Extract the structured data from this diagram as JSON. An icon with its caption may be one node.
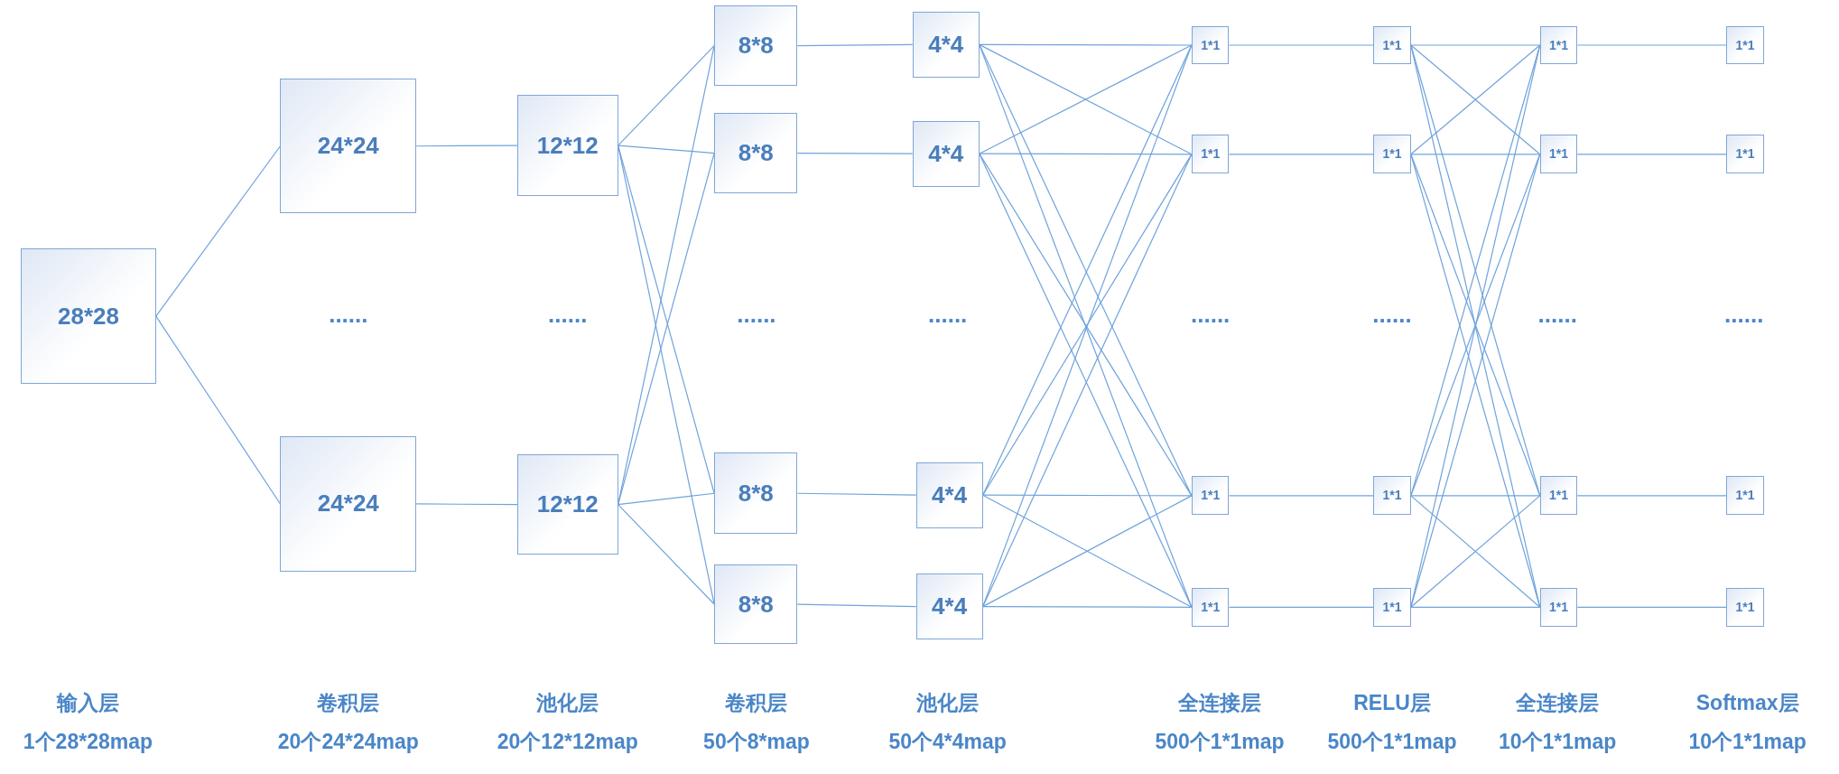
{
  "diagram": {
    "nodes": [
      {
        "text": [
          "28*28"
        ]
      },
      {
        "text": [
          "24*24"
        ]
      },
      {
        "text": [
          "24*24"
        ]
      },
      {
        "text": [
          "12*12"
        ]
      },
      {
        "text": [
          "12*12"
        ]
      },
      {
        "text": [
          "8*8"
        ]
      },
      {
        "text": [
          "8*8"
        ]
      },
      {
        "text": [
          "8*8"
        ]
      },
      {
        "text": [
          "8*8"
        ]
      },
      {
        "text": [
          "4*4"
        ]
      },
      {
        "text": [
          "4*4"
        ]
      },
      {
        "text": [
          "4*4"
        ]
      },
      {
        "text": [
          "4*4"
        ]
      },
      {
        "text": [
          "1*1"
        ]
      },
      {
        "text": [
          "1*1"
        ]
      },
      {
        "text": [
          "1*1"
        ]
      },
      {
        "text": [
          "1*1"
        ]
      },
      {
        "text": [
          "1*1"
        ]
      },
      {
        "text": [
          "1*1"
        ]
      },
      {
        "text": [
          "1*1"
        ]
      },
      {
        "text": [
          "1*1"
        ]
      },
      {
        "text": [
          "1*1"
        ]
      },
      {
        "text": [
          "1*1"
        ]
      },
      {
        "text": [
          "1*1"
        ]
      },
      {
        "text": [
          "1*1"
        ]
      },
      {
        "text": [
          "1*1"
        ]
      },
      {
        "text": [
          "1*1"
        ]
      },
      {
        "text": [
          "1*1"
        ]
      },
      {
        "text": [
          "1*1"
        ]
      }
    ],
    "edges": [
      {
        "from": 0,
        "to": 1,
        "arrow": "none"
      },
      {
        "from": 0,
        "to": 2,
        "arrow": "none"
      },
      {
        "from": 1,
        "to": 3,
        "arrow": "none"
      },
      {
        "from": 2,
        "to": 4,
        "arrow": "none"
      },
      {
        "from": 3,
        "to": 5,
        "arrow": "none"
      },
      {
        "from": 3,
        "to": 6,
        "arrow": "none"
      },
      {
        "from": 3,
        "to": 7,
        "arrow": "none"
      },
      {
        "from": 3,
        "to": 8,
        "arrow": "none"
      },
      {
        "from": 4,
        "to": 5,
        "arrow": "none"
      },
      {
        "from": 4,
        "to": 6,
        "arrow": "none"
      },
      {
        "from": 4,
        "to": 7,
        "arrow": "none"
      },
      {
        "from": 4,
        "to": 8,
        "arrow": "none"
      },
      {
        "from": 5,
        "to": 9,
        "arrow": "none"
      },
      {
        "from": 6,
        "to": 10,
        "arrow": "none"
      },
      {
        "from": 7,
        "to": 11,
        "arrow": "none"
      },
      {
        "from": 8,
        "to": 12,
        "arrow": "none"
      },
      {
        "from": 9,
        "to": 13,
        "arrow": "none"
      },
      {
        "from": 9,
        "to": 14,
        "arrow": "none"
      },
      {
        "from": 9,
        "to": 15,
        "arrow": "none"
      },
      {
        "from": 9,
        "to": 16,
        "arrow": "none"
      },
      {
        "from": 10,
        "to": 13,
        "arrow": "none"
      },
      {
        "from": 10,
        "to": 14,
        "arrow": "none"
      },
      {
        "from": 10,
        "to": 15,
        "arrow": "none"
      },
      {
        "from": 10,
        "to": 16,
        "arrow": "none"
      },
      {
        "from": 11,
        "to": 13,
        "arrow": "none"
      },
      {
        "from": 11,
        "to": 14,
        "arrow": "none"
      },
      {
        "from": 11,
        "to": 15,
        "arrow": "none"
      },
      {
        "from": 11,
        "to": 16,
        "arrow": "none"
      },
      {
        "from": 12,
        "to": 13,
        "arrow": "none"
      },
      {
        "from": 12,
        "to": 14,
        "arrow": "none"
      },
      {
        "from": 12,
        "to": 15,
        "arrow": "none"
      },
      {
        "from": 12,
        "to": 16,
        "arrow": "none"
      },
      {
        "from": 13,
        "to": 17,
        "arrow": "none"
      },
      {
        "from": 14,
        "to": 18,
        "arrow": "none"
      },
      {
        "from": 15,
        "to": 19,
        "arrow": "none"
      },
      {
        "from": 16,
        "to": 20,
        "arrow": "none"
      },
      {
        "from": 17,
        "to": 21,
        "arrow": "none"
      },
      {
        "from": 17,
        "to": 22,
        "arrow": "none"
      },
      {
        "from": 17,
        "to": 23,
        "arrow": "none"
      },
      {
        "from": 17,
        "to": 24,
        "arrow": "none"
      },
      {
        "from": 18,
        "to": 21,
        "arrow": "none"
      },
      {
        "from": 18,
        "to": 22,
        "arrow": "none"
      },
      {
        "from": 18,
        "to": 23,
        "arrow": "none"
      },
      {
        "from": 18,
        "to": 24,
        "arrow": "none"
      },
      {
        "from": 19,
        "to": 21,
        "arrow": "none"
      },
      {
        "from": 19,
        "to": 22,
        "arrow": "none"
      },
      {
        "from": 19,
        "to": 23,
        "arrow": "none"
      },
      {
        "from": 19,
        "to": 24,
        "arrow": "none"
      },
      {
        "from": 20,
        "to": 21,
        "arrow": "none"
      },
      {
        "from": 20,
        "to": 22,
        "arrow": "none"
      },
      {
        "from": 20,
        "to": 23,
        "arrow": "none"
      },
      {
        "from": 20,
        "to": 24,
        "arrow": "none"
      },
      {
        "from": 21,
        "to": 25,
        "arrow": "none"
      },
      {
        "from": 22,
        "to": 26,
        "arrow": "none"
      },
      {
        "from": 23,
        "to": 27,
        "arrow": "none"
      },
      {
        "from": 24,
        "to": 28,
        "arrow": "none"
      }
    ],
    "labels": [
      "......",
      "......",
      "......",
      "......",
      "......",
      "......",
      "......",
      "......",
      "输入层",
      "卷积层",
      "池化层",
      "卷积层",
      "池化层",
      "全连接层",
      "RELU层",
      "全连接层",
      "Softmax层",
      "1个28*28map",
      "20个24*24map",
      "20个12*12map",
      "50个8*map",
      "50个4*4map",
      "500个1*1map",
      "500个1*1map",
      "10个1*1map",
      "10个1*1map"
    ]
  }
}
